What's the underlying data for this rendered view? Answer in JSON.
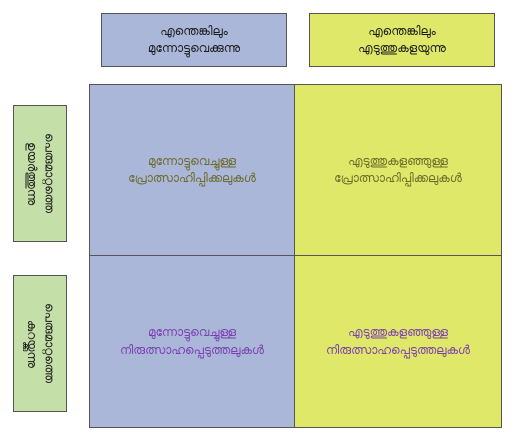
{
  "columns": {
    "left": "എന്തെങ്കിലും\nമുന്നോട്ടുവെക്കുന്നു",
    "right": "എന്തെങ്കിലും\nഎടുത്തുകളയുന്നു"
  },
  "rows": {
    "top": "പെരുമാറ്റത്തെ\nഉയർത്തുന്നു",
    "bottom": "പെരുമാറ്റത്തെ\nകുറയ്ക്കുന്നു"
  },
  "cells": {
    "top_left": "മുന്നോട്ടുവെച്ചുള്ള\nപ്രോത്സാഹിപ്പിക്കലുകൾ",
    "top_right": "എടുത്തുകളഞ്ഞുള്ള\nപ്രോത്സാഹിപ്പിക്കലുകൾ",
    "bottom_left": "മുന്നോട്ടുവെച്ചുള്ള\nനിരുത്സാഹപ്പെടുത്തലുകൾ",
    "bottom_right": "എടുത്തുകളഞ്ഞുള്ള\nനിരുത്സാഹപ്പെടുത്തലുകൾ"
  },
  "colors": {
    "blue_fill": "#aab7d9",
    "yellow_fill": "#e0e86a",
    "green_fill": "#c4e0a8",
    "encourage_text": "#6b6b2a",
    "discourage_text": "#7a3fb0"
  }
}
